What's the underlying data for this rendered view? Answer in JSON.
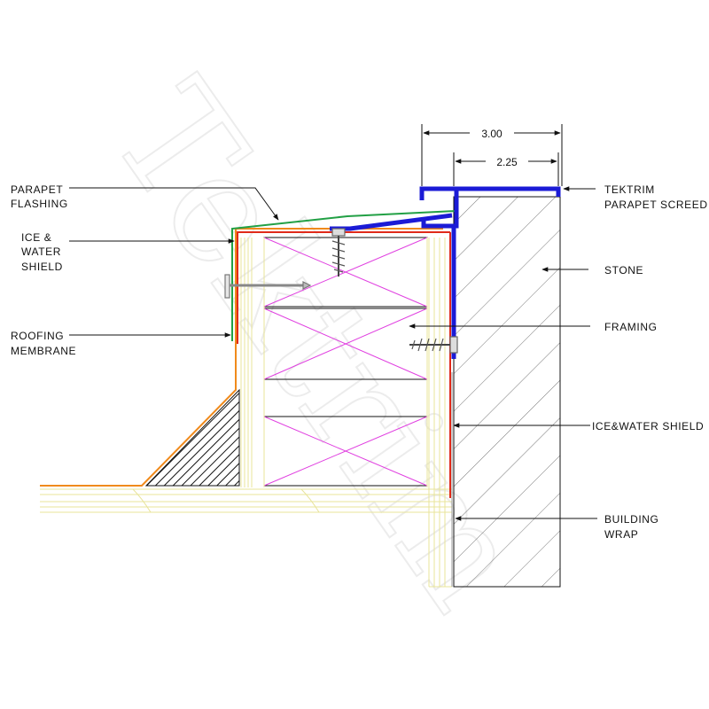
{
  "watermark": "Tektrim",
  "dimensions": {
    "overall": "3.00",
    "inner": "2.25"
  },
  "labels": {
    "parapet_flashing": [
      "PARAPET",
      "FLASHING"
    ],
    "ice_water_shield_left": [
      "ICE &",
      "WATER",
      "SHIELD"
    ],
    "roofing_membrane": [
      "ROOFING",
      "MEMBRANE"
    ],
    "tektrim_screed": [
      "TEKTRIM",
      "PARAPET SCREED"
    ],
    "stone": [
      "STONE"
    ],
    "framing": [
      "FRAMING"
    ],
    "ice_water_shield_right": [
      "ICE&WATER SHIELD"
    ],
    "building_wrap": [
      "BUILDING",
      "WRAP"
    ]
  },
  "colors": {
    "flashing": "#22a045",
    "membrane": "#f08a1c",
    "shield": "#e02a1a",
    "screed": "#1b1bd6",
    "framing_cross": "#e040e0",
    "sheathing": "#e8e49a",
    "outline": "#111111"
  }
}
